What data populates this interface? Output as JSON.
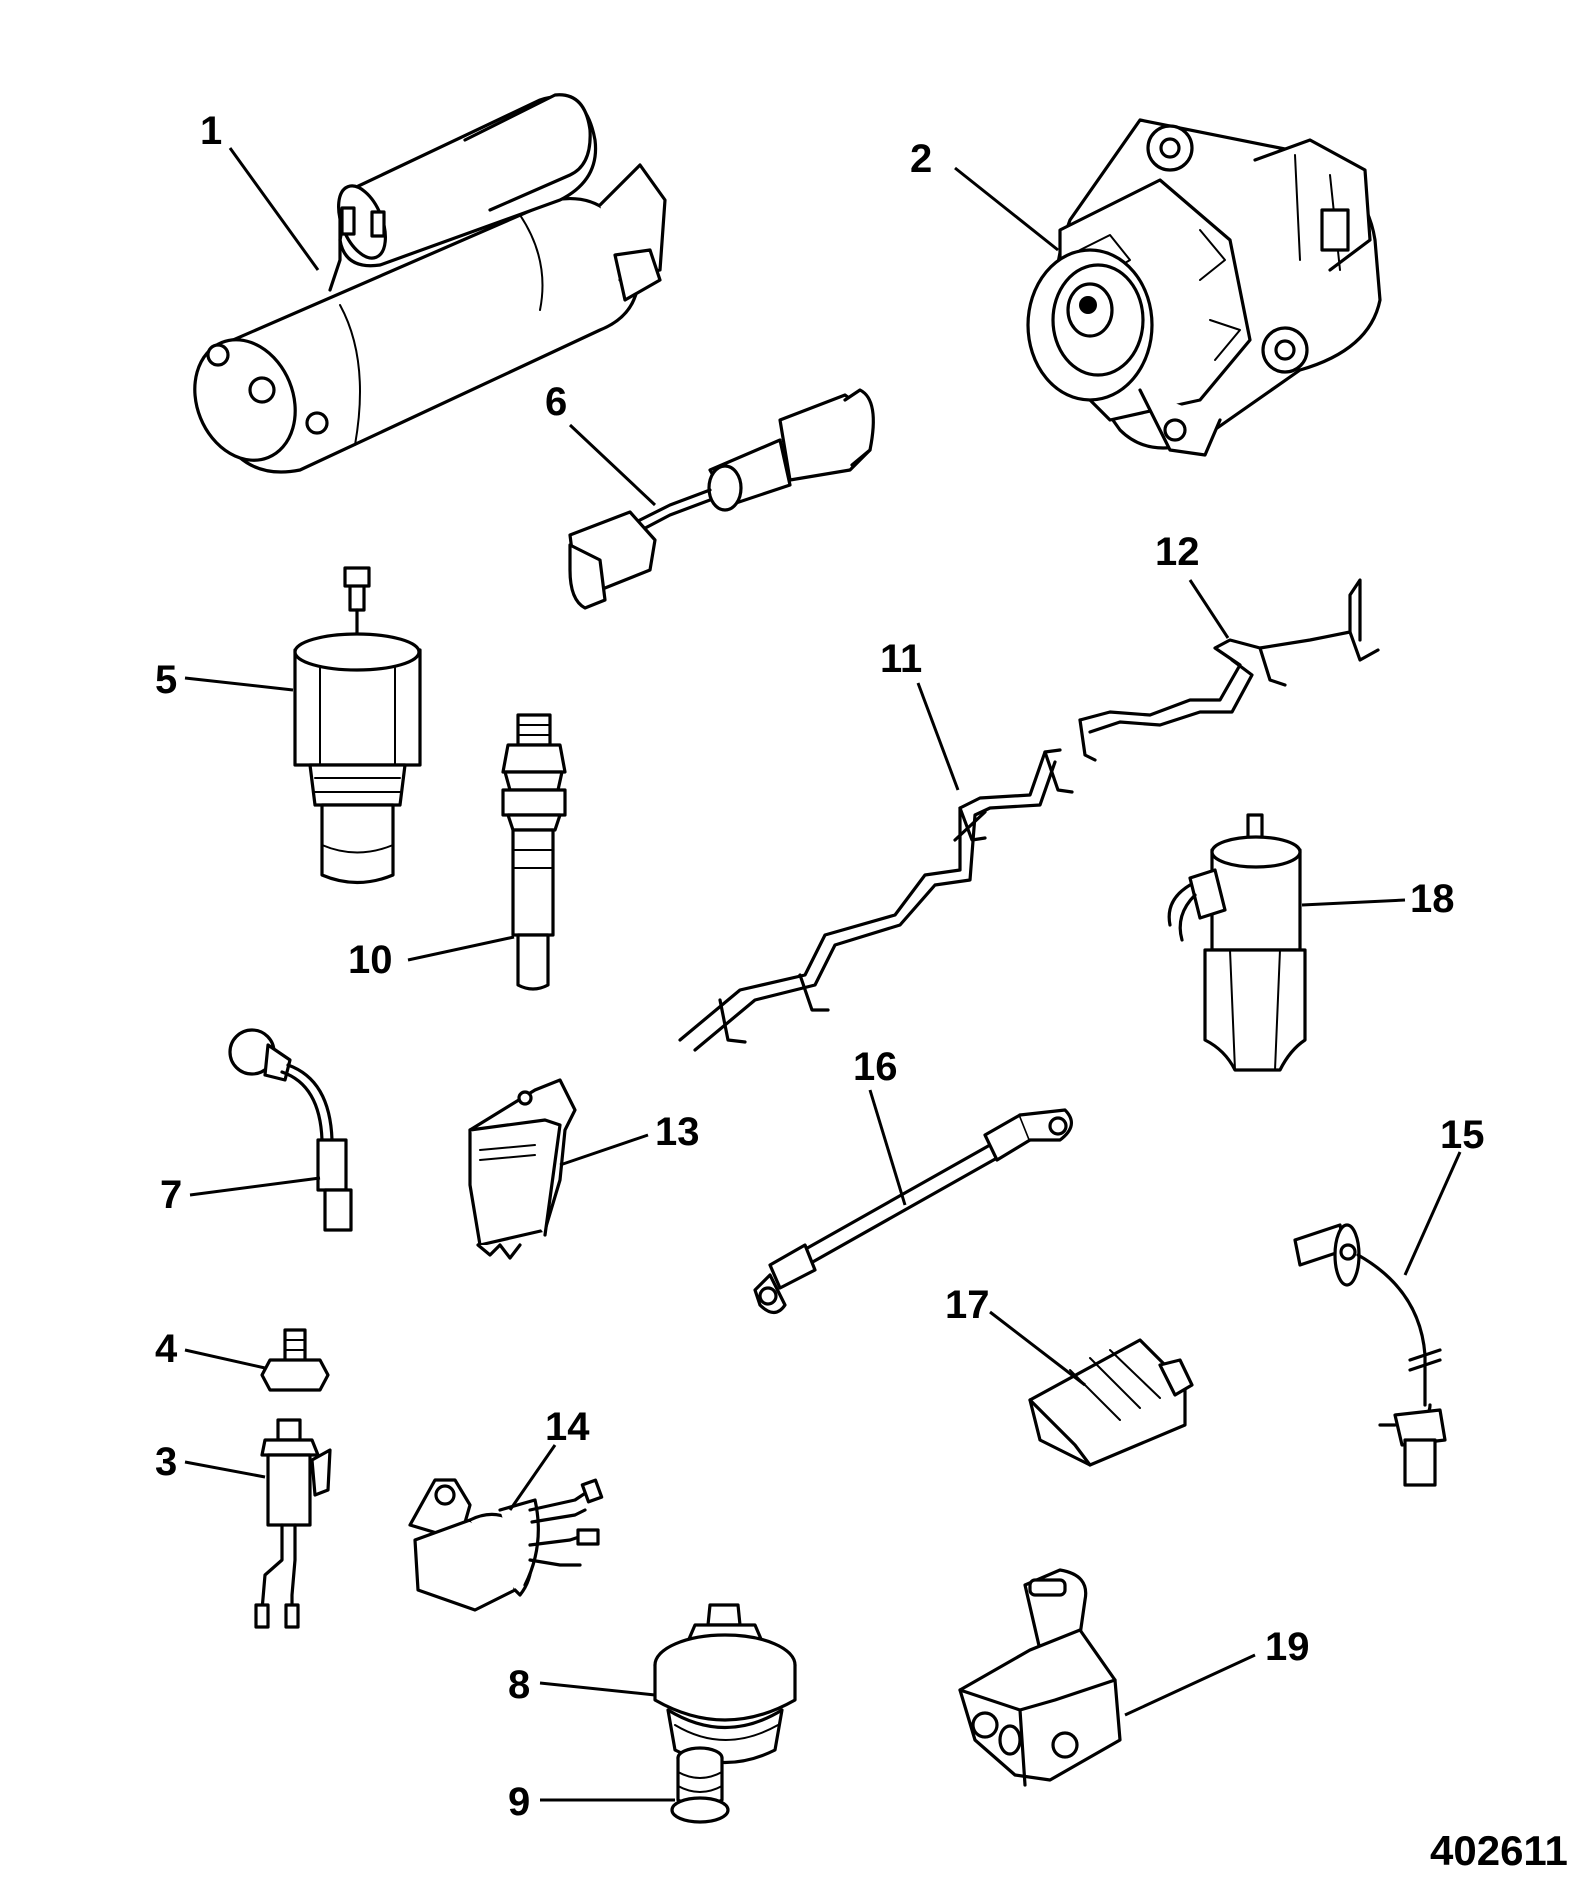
{
  "figure_number": "402611",
  "callouts": {
    "c1": "1",
    "c2": "2",
    "c3": "3",
    "c4": "4",
    "c5": "5",
    "c6": "6",
    "c7": "7",
    "c8": "8",
    "c9": "9",
    "c10": "10",
    "c11": "11",
    "c12": "12",
    "c13": "13",
    "c14": "14",
    "c15": "15",
    "c16": "16",
    "c17": "17",
    "c18": "18",
    "c19": "19"
  }
}
